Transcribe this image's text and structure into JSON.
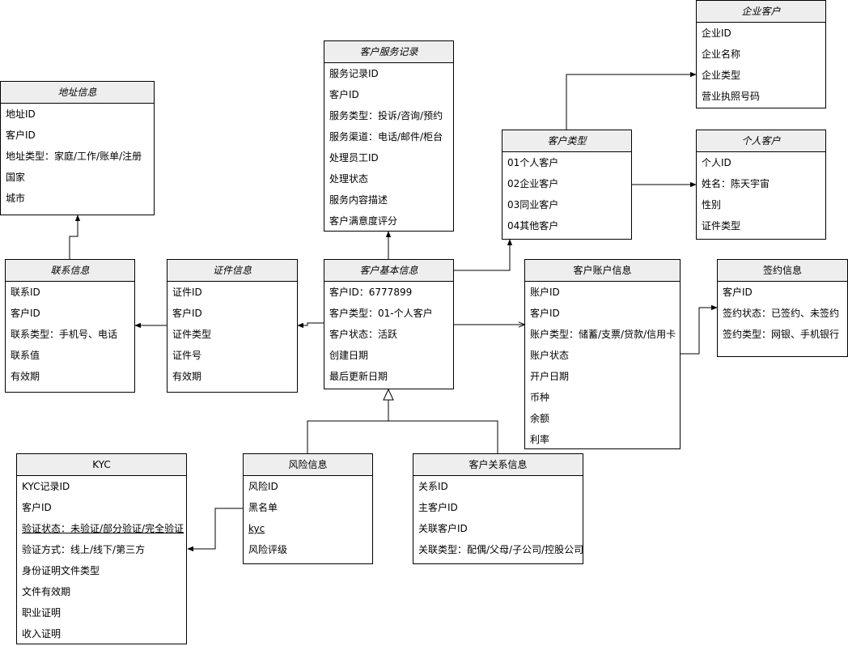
{
  "entities": [
    {
      "id": "address",
      "title": "地址信息",
      "italic": true,
      "fields": [
        "地址ID",
        "客户ID",
        "地址类型：家庭/工作/账单/注册",
        "国家",
        "城市"
      ]
    },
    {
      "id": "service",
      "title": "客户服务记录",
      "italic": true,
      "fields": [
        "服务记录ID",
        "客户ID",
        "服务类型：投诉/咨询/预约",
        "服务渠道：电话/邮件/柜台",
        "处理员工ID",
        "处理状态",
        "服务内容描述",
        "客户满意度评分"
      ]
    },
    {
      "id": "enterprise",
      "title": "企业客户",
      "italic": true,
      "fields": [
        "企业ID",
        "企业名称",
        "企业类型",
        "营业执照号码"
      ]
    },
    {
      "id": "custtype",
      "title": "客户类型",
      "italic": true,
      "fields": [
        "01个人客户",
        "02企业客户",
        "03同业客户",
        "04其他客户"
      ]
    },
    {
      "id": "personal",
      "title": "个人客户",
      "italic": true,
      "fields": [
        "个人ID",
        "姓名：陈天宇宙",
        "性别",
        "证件类型"
      ]
    },
    {
      "id": "contact",
      "title": "联系信息",
      "italic": true,
      "fields": [
        "联系ID",
        "客户ID",
        "联系类型：手机号、电话",
        "联系值",
        "有效期"
      ]
    },
    {
      "id": "cert",
      "title": "证件信息",
      "italic": true,
      "fields": [
        "证件ID",
        "客户ID",
        "证件类型",
        "证件号",
        "有效期"
      ]
    },
    {
      "id": "basic",
      "title": "客户基本信息",
      "italic": true,
      "fields": [
        "客户ID：6777899",
        "客户类型：01-个人客户",
        "客户状态：活跃",
        "创建日期",
        "最后更新日期"
      ]
    },
    {
      "id": "account",
      "title": "客户账户信息",
      "italic": false,
      "fields": [
        "账户ID",
        "客户ID",
        "账户类型：储蓄/支票/贷款/信用卡",
        "账户状态",
        "开户日期",
        "币种",
        "余额",
        "利率"
      ]
    },
    {
      "id": "sign",
      "title": "签约信息",
      "italic": false,
      "fields": [
        "客户ID",
        "签约状态：已签约、未签约",
        "签约类型：网银、手机银行"
      ]
    },
    {
      "id": "kyc",
      "title": "KYC",
      "italic": false,
      "fields": [
        "KYC记录ID",
        "客户ID",
        "验证状态：未验证/部分验证/完全验证",
        "验证方式：线上/线下/第三方",
        "身份证明文件类型",
        "文件有效期",
        "职业证明",
        "收入证明"
      ],
      "underline": [
        2
      ]
    },
    {
      "id": "risk",
      "title": "风险信息",
      "italic": false,
      "fields": [
        "风险ID",
        "黑名单",
        "kyc",
        "风险评级"
      ],
      "underline": [
        2
      ]
    },
    {
      "id": "relation",
      "title": "客户关系信息",
      "italic": false,
      "fields": [
        "关系ID",
        "主客户ID",
        "关联客户ID",
        "关联类型：配偶/父母/子公司/控股公司"
      ]
    }
  ]
}
